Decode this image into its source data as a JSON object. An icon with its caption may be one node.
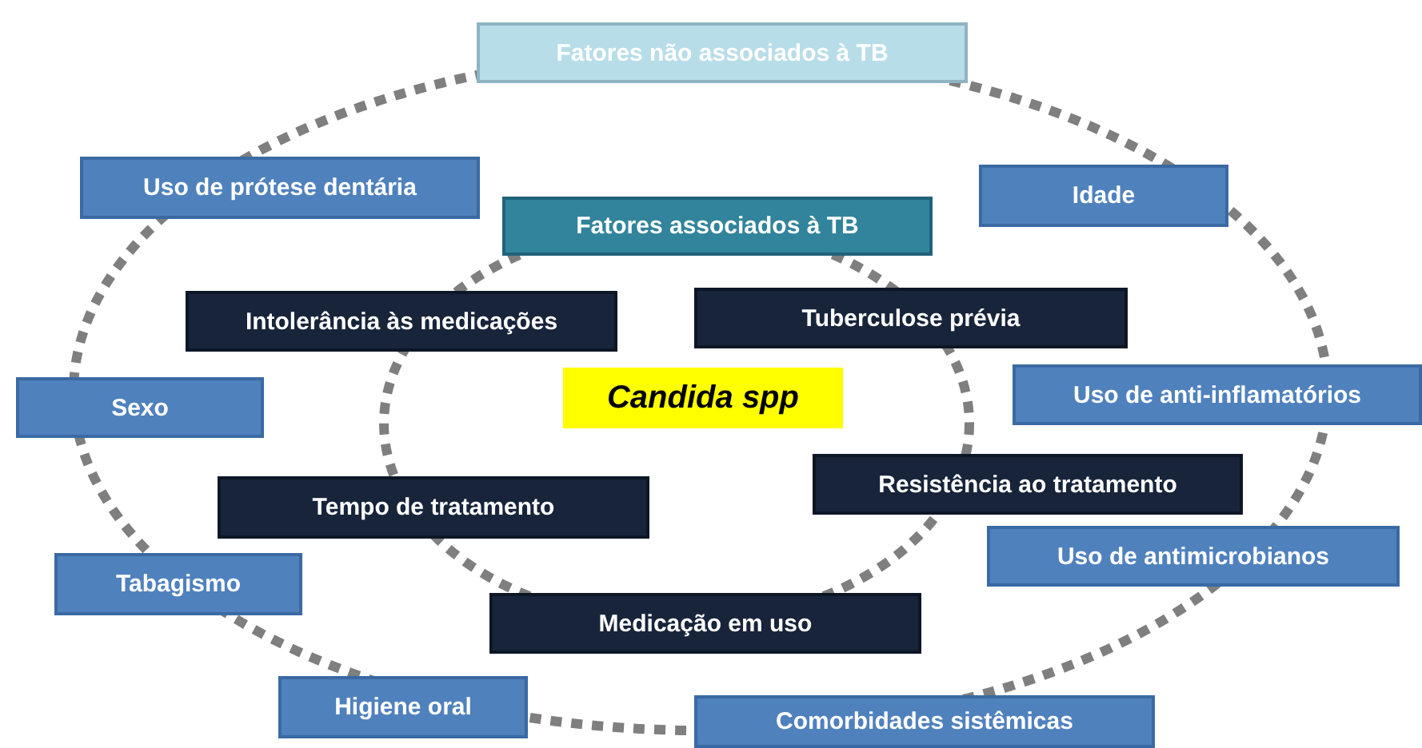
{
  "diagram": {
    "nodes": [
      {
        "text": [
          "Fatores não associados à TB"
        ]
      },
      {
        "text": [
          "Uso de prótese dentária"
        ]
      },
      {
        "text": [
          "Idade"
        ]
      },
      {
        "text": [
          "Fatores associados à TB"
        ]
      },
      {
        "text": [
          "Intolerância às medicações"
        ]
      },
      {
        "text": [
          "Tuberculose prévia"
        ]
      },
      {
        "text": [
          "Candida spp"
        ]
      },
      {
        "text": [
          "Sexo"
        ]
      },
      {
        "text": [
          "Uso de anti-inflamatórios"
        ]
      },
      {
        "text": [
          "Tempo de tratamento"
        ]
      },
      {
        "text": [
          "Resistência ao tratamento"
        ]
      },
      {
        "text": [
          "Uso de antimicrobianos"
        ]
      },
      {
        "text": [
          "Tabagismo"
        ]
      },
      {
        "text": [
          "Medicação em uso"
        ]
      },
      {
        "text": [
          "Higiene oral"
        ]
      },
      {
        "text": [
          "Comorbidades sistêmicas"
        ]
      }
    ]
  }
}
